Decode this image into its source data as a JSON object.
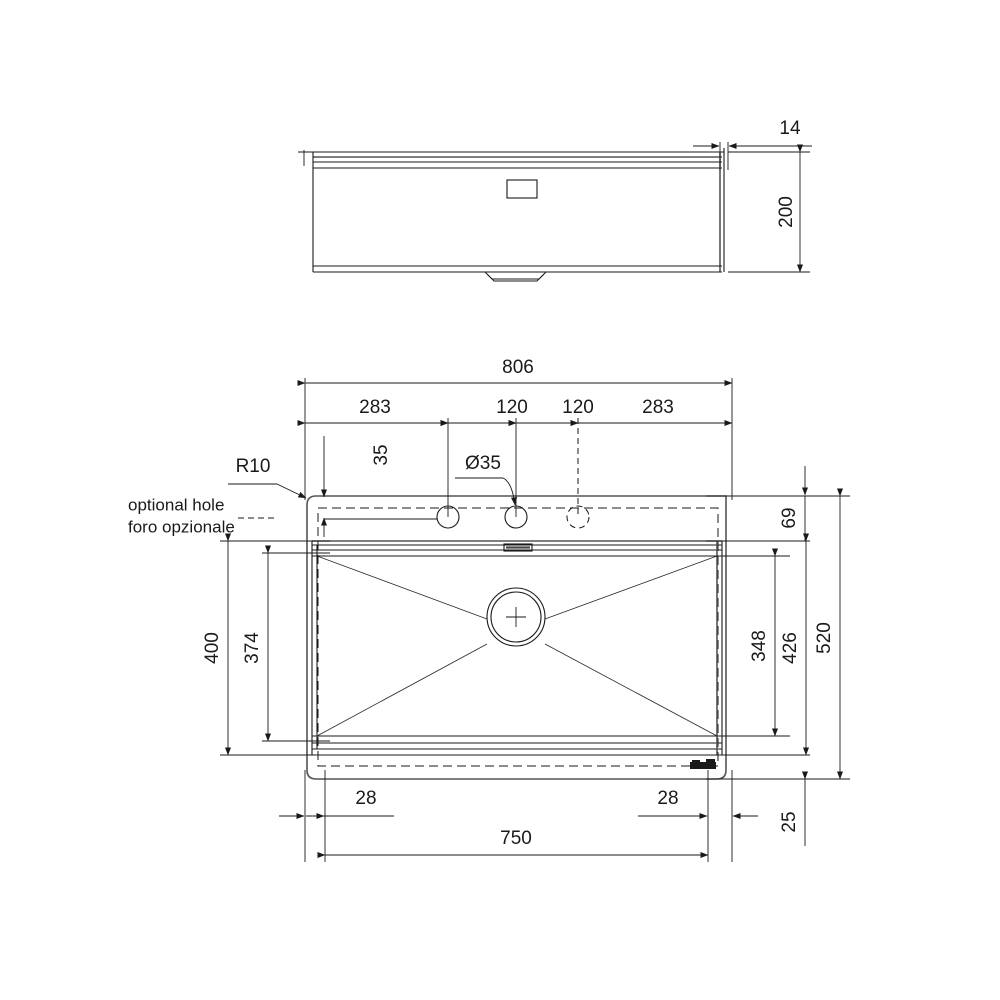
{
  "drawing": {
    "title": "Kitchen sink technical drawing",
    "units": "mm",
    "line_color": "#1a1a1a",
    "background": "#ffffff"
  },
  "notes": {
    "optional_hole_en": "optional hole",
    "optional_hole_it": "foro opzionale",
    "radius_label": "R10",
    "hole_diameter_label": "Ø35"
  },
  "elevation_view": {
    "name": "front-elevation",
    "dimensions": {
      "rim_thickness": "14",
      "bowl_depth": "200"
    }
  },
  "plan_view": {
    "name": "top-plan",
    "top_chain": {
      "overall": "806",
      "segments": [
        "283",
        "120",
        "120",
        "283"
      ]
    },
    "hole_offset_from_edge": "35",
    "left_chain": {
      "outer": "400",
      "inner": "374"
    },
    "right_chain": {
      "top_margin": "69",
      "bowl_inner": "348",
      "bowl_outer": "426",
      "overall": "520",
      "bottom_margin": "25"
    },
    "bottom_chain": {
      "left_margin": "28",
      "cutout_width": "750",
      "right_margin": "28"
    }
  },
  "features": {
    "tap_hole_1": "tap-hole-solid-left",
    "tap_hole_2": "tap-hole-solid-center",
    "tap_hole_3": "tap-hole-optional-dashed",
    "drain": "drain-outlet",
    "overflow": "overflow-slot",
    "brand_mark": "brand-logo-mark"
  }
}
